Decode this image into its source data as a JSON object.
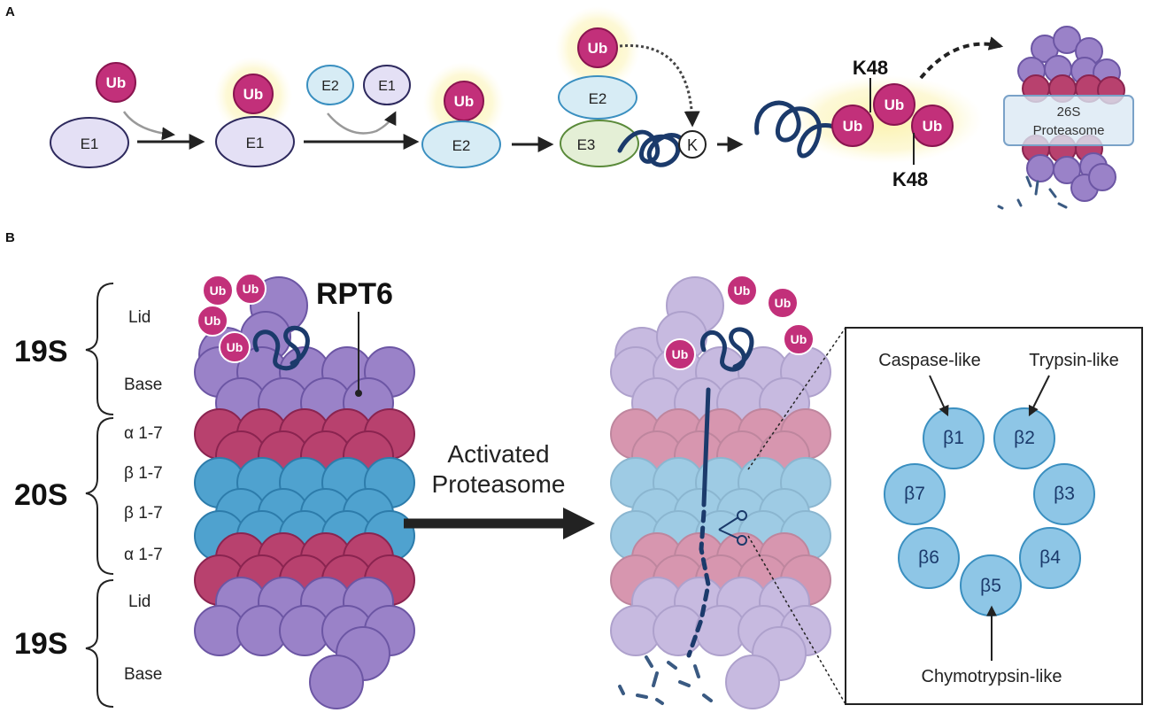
{
  "panel_a": {
    "label": "A",
    "ub": "Ub",
    "e1": "E1",
    "e2": "E2",
    "e3": "E3",
    "lysine": "K",
    "k48_top": "K48",
    "k48_bottom": "K48",
    "proteasome_line1": "26S",
    "proteasome_line2": "Proteasome"
  },
  "panel_b": {
    "label": "B",
    "rpt6": "RPT6",
    "cap_19s_top": "19S",
    "core_20s": "20S",
    "cap_19s_bottom": "19S",
    "lid_top": "Lid",
    "base_top": "Base",
    "alpha_top": "α 1-7",
    "beta_top": "β 1-7",
    "beta_bottom": "β 1-7",
    "alpha_bottom": "α 1-7",
    "lid_bottom": "Lid",
    "base_bottom": "Base",
    "arrow_line1": "Activated",
    "arrow_line2": "Proteasome",
    "ub": "Ub",
    "inset": {
      "caspase": "Caspase-like",
      "trypsin": "Trypsin-like",
      "chymotrypsin": "Chymotrypsin-like",
      "b1": "β1",
      "b2": "β2",
      "b3": "β3",
      "b4": "β4",
      "b5": "β5",
      "b6": "β6",
      "b7": "β7"
    }
  },
  "colors": {
    "ub": "#c2307a",
    "ub_glow": "#fbf3b8",
    "e1": "#e4e0f5",
    "e2": "#d7ecf5",
    "e3": "#e4efd6",
    "purple": "#9a82c8",
    "magenta": "#b8416e",
    "blue": "#4fa2cf",
    "navy": "#1b3a6b"
  }
}
